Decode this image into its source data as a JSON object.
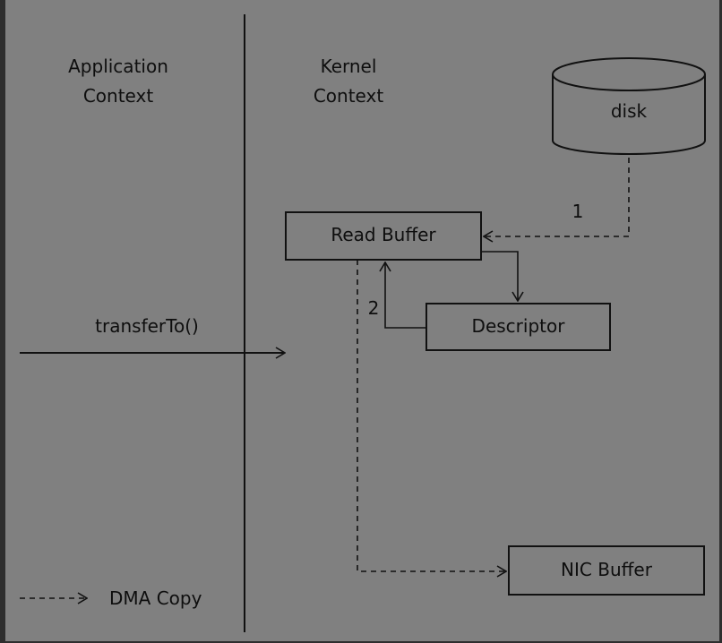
{
  "diagram": {
    "columns": {
      "application": {
        "line1": "Application",
        "line2": "Context"
      },
      "kernel": {
        "line1": "Kernel",
        "line2": "Context"
      }
    },
    "nodes": {
      "disk": "disk",
      "read_buffer": "Read Buffer",
      "descriptor": "Descriptor",
      "nic_buffer": "NIC Buffer"
    },
    "call": "transferTo()",
    "steps": {
      "one": "1",
      "two": "2"
    },
    "legend": {
      "dma_copy": "DMA Copy"
    }
  }
}
